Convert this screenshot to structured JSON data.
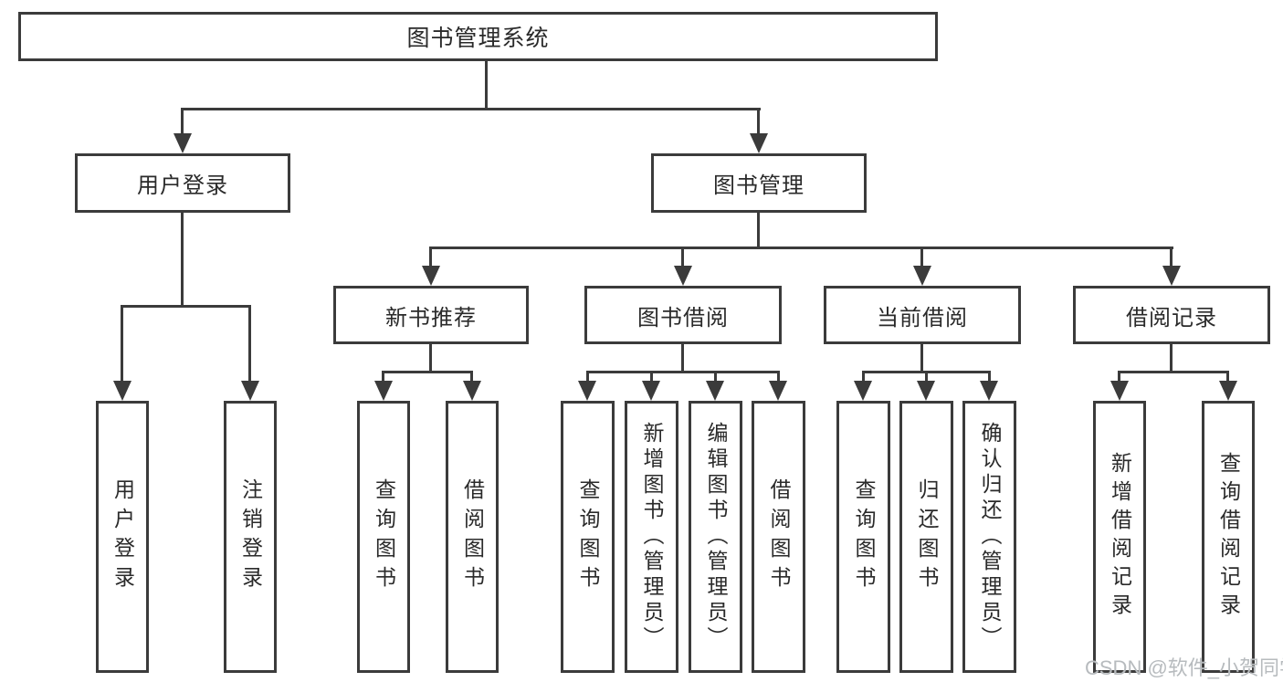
{
  "colors": {
    "line": "#3b3b3b",
    "text": "#2a2a2a",
    "background": "#ffffff",
    "watermark": "#b7bbbe"
  },
  "watermark": {
    "text": "CSDN @软件_小贺同学"
  },
  "tree": {
    "label": "图书管理系统",
    "children": [
      {
        "label": "用户登录",
        "children": [
          {
            "label": "用户登录"
          },
          {
            "label": "注销登录"
          }
        ]
      },
      {
        "label": "图书管理",
        "children": [
          {
            "label": "新书推荐",
            "children": [
              {
                "label": "查询图书"
              },
              {
                "label": "借阅图书"
              }
            ]
          },
          {
            "label": "图书借阅",
            "children": [
              {
                "label": "查询图书"
              },
              {
                "label": "新增图书（管理员）"
              },
              {
                "label": "编辑图书（管理员）"
              },
              {
                "label": "借阅图书"
              }
            ]
          },
          {
            "label": "当前借阅",
            "children": [
              {
                "label": "查询图书"
              },
              {
                "label": "归还图书"
              },
              {
                "label": "确认归还（管理员）"
              }
            ]
          },
          {
            "label": "借阅记录",
            "children": [
              {
                "label": "新增借阅记录"
              },
              {
                "label": "查询借阅记录"
              }
            ]
          }
        ]
      }
    ]
  }
}
